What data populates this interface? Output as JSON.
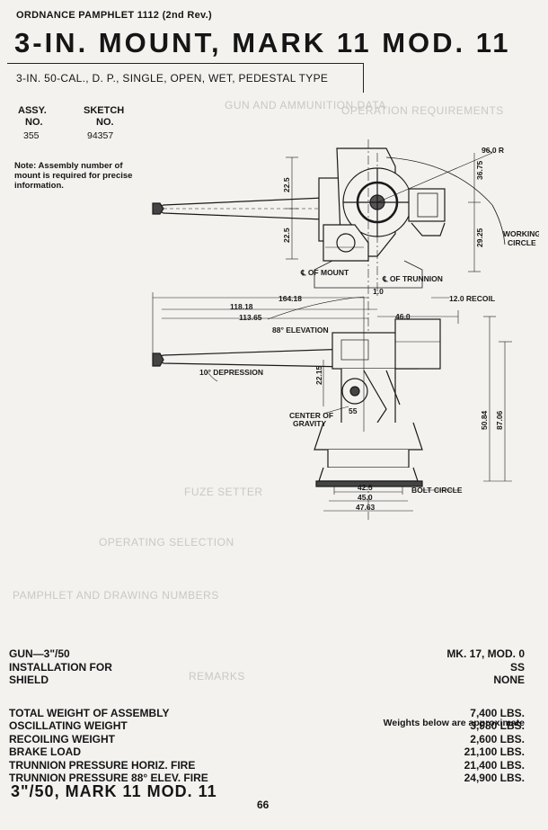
{
  "header": {
    "pamphlet": "ORDNANCE PAMPHLET 1112 (2nd Rev.)"
  },
  "title": "3-IN. MOUNT, MARK 11 MOD. 11",
  "subtitle": "3-IN. 50-CAL., D. P., SINGLE, OPEN, WET, PEDESTAL TYPE",
  "assembly": {
    "label_line1": "ASSY.",
    "label_line2": "NO.",
    "value": "355"
  },
  "sketch": {
    "label_line1": "SKETCH",
    "label_line2": "NO.",
    "value": "94357"
  },
  "note": "Note: Assembly number of mount is required for precise information.",
  "diagram_labels": {
    "working_circle_r": "96.0 R",
    "dim_36_75": "36.75",
    "dim_22_5_upper": "22.5",
    "dim_22_5_lower": "22.5",
    "dim_29_25": "29.25",
    "working_circle_1": "WORKING",
    "working_circle_2": "CIRCLE",
    "cl_mount": "℄ OF MOUNT",
    "cl_trunnion": "℄ OF TRUNNION",
    "dim_164_18": "164.18",
    "dim_1_0": "1.0",
    "dim_12_0_recoil": "12.0 RECOIL",
    "dim_118_18": "118.18",
    "dim_113_65": "113.65",
    "dim_46_0": "46.0",
    "elevation": "88° ELEVATION",
    "depression": "10° DEPRESSION",
    "dim_22_15": "22.15",
    "cog_1": "CENTER OF",
    "cog_2": "GRAVITY",
    "dim_55": "55",
    "dim_50_84": "50.84",
    "dim_87_06": "87.06",
    "dim_42_5": "42.5",
    "dim_45_0": "45.0",
    "dim_47_63": "47.63",
    "bolt_circle": "BOLT CIRCLE"
  },
  "ghost_text": {
    "operation_requirements": "OPERATION REQUIREMENTS",
    "gun_and_ammunition": "GUN AND AMMUNITION DATA",
    "fuze_setter": "FUZE SETTER",
    "operating_selection": "OPERATING SELECTION",
    "pamphlet_drawing": "PAMPHLET AND DRAWING NUMBERS",
    "remarks": "REMARKS"
  },
  "specs": [
    {
      "label": "GUN—3\"/50",
      "value": "MK. 17, MOD. 0"
    },
    {
      "label": "INSTALLATION FOR",
      "value": "SS"
    },
    {
      "label": "SHIELD",
      "value": "NONE"
    }
  ],
  "weights_label": "Weights below are approximate",
  "weights": [
    {
      "label": "TOTAL WEIGHT OF ASSEMBLY",
      "value": "7,400 LBS."
    },
    {
      "label": "OSCILLATING WEIGHT",
      "value": "3,980 LBS."
    },
    {
      "label": "RECOILING WEIGHT",
      "value": "2,600 LBS."
    },
    {
      "label": "BRAKE LOAD",
      "value": "21,100 LBS."
    },
    {
      "label": "TRUNNION PRESSURE HORIZ. FIRE",
      "value": "21,400 LBS."
    },
    {
      "label": "TRUNNION PRESSURE 88° ELEV. FIRE",
      "value": "24,900 LBS."
    }
  ],
  "footer": {
    "title": "3\"/50, MARK 11 MOD. 11",
    "page_number": "66"
  }
}
